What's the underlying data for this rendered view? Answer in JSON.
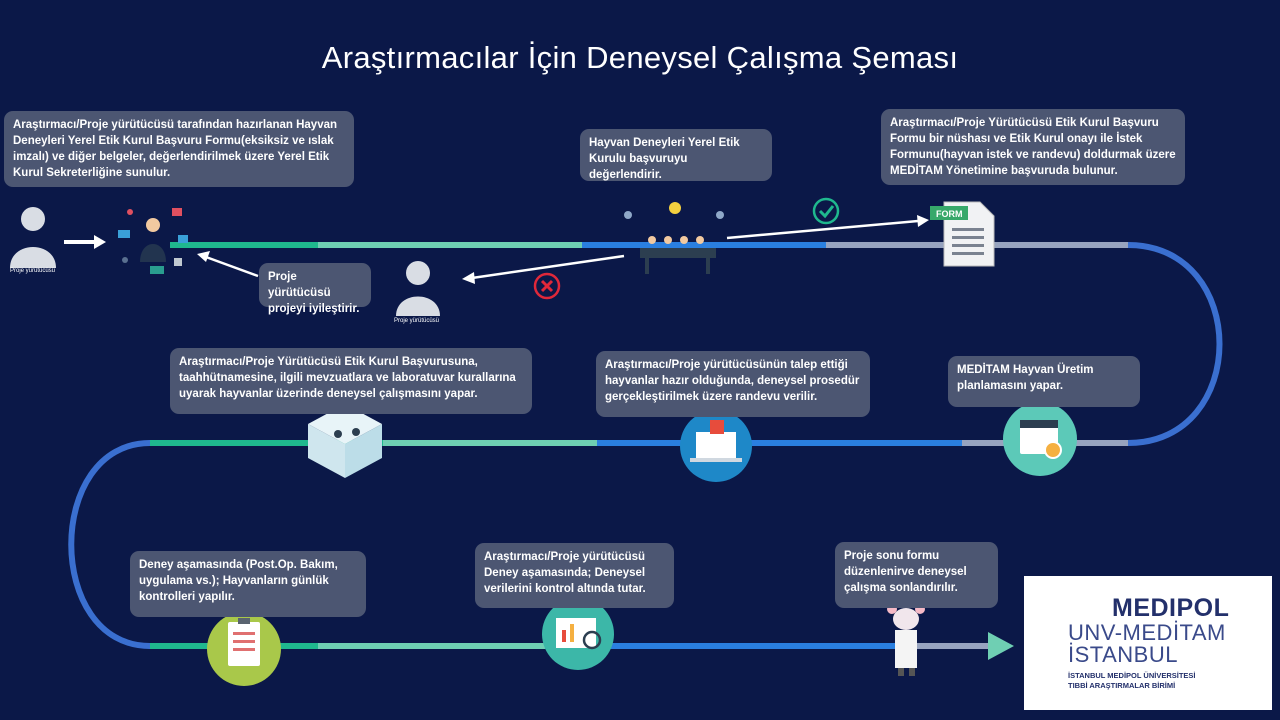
{
  "title": "Araştırmacılar İçin Deneysel Çalışma Şeması",
  "steps": {
    "s1": "Araştırmacı/Proje yürütücüsü tarafından hazırlanan Hayvan Deneyleri Yerel Etik Kurul Başvuru Formu(eksiksiz ve ıslak imzalı) ve diğer belgeler, değerlendirilmek üzere Yerel Etik Kurul Sekreterliğine sunulur.",
    "s2": "Hayvan Deneyleri Yerel Etik Kurulu başvuruyu değerlendirir.",
    "s3": "Araştırmacı/Proje Yürütücüsü Etik Kurul Başvuru Formu bir nüshası ve Etik Kurul onayı ile İstek Formunu(hayvan istek ve randevu) doldurmak üzere MEDİTAM Yönetimine başvuruda bulunur.",
    "s4": "Proje yürütücüsü projeyi iyileştirir.",
    "s5": "MEDİTAM Hayvan Üretim planlamasını yapar.",
    "s6": "Araştırmacı/Proje yürütücüsünün talep ettiği hayvanlar hazır olduğunda, deneysel prosedür gerçekleştirilmek üzere randevu verilir.",
    "s7": "Araştırmacı/Proje Yürütücüsü Etik Kurul Başvurusuna, taahhütnamesine, ilgili mevzuatlara ve laboratuvar kurallarına uyarak hayvanlar üzerinde deneysel çalışmasını yapar.",
    "s8": "Deney aşamasında (Post.Op. Bakım, uygulama vs.); Hayvanların günlük kontrolleri yapılır.",
    "s9": "Araştırmacı/Proje yürütücüsü Deney aşamasında; Deneysel verilerini kontrol altında tutar.",
    "s10": "Proje sonu formu düzenlenirve deneysel çalışma sonlandırılır."
  },
  "labels": {
    "researcher_small": "Proje yürütücüsü",
    "researcher_small2": "Proje yürütücüsü",
    "form": "FORM"
  },
  "logo": {
    "line1": "MEDIPOL",
    "line2": "UNV-MEDİTAM",
    "line3": "İSTANBUL",
    "line4": "İSTANBUL MEDİPOL ÜNİVERSİTESİ",
    "line5": "TIBBİ ARAŞTIRMALAR BİRİMİ"
  },
  "colors": {
    "background": "#0b1848",
    "green": "#1fb88e",
    "mint": "#6fcfb3",
    "blue": "#2a7fe0",
    "grey": "#97a3bf",
    "curve": "#3a6fd0",
    "box": "#4c5672"
  }
}
